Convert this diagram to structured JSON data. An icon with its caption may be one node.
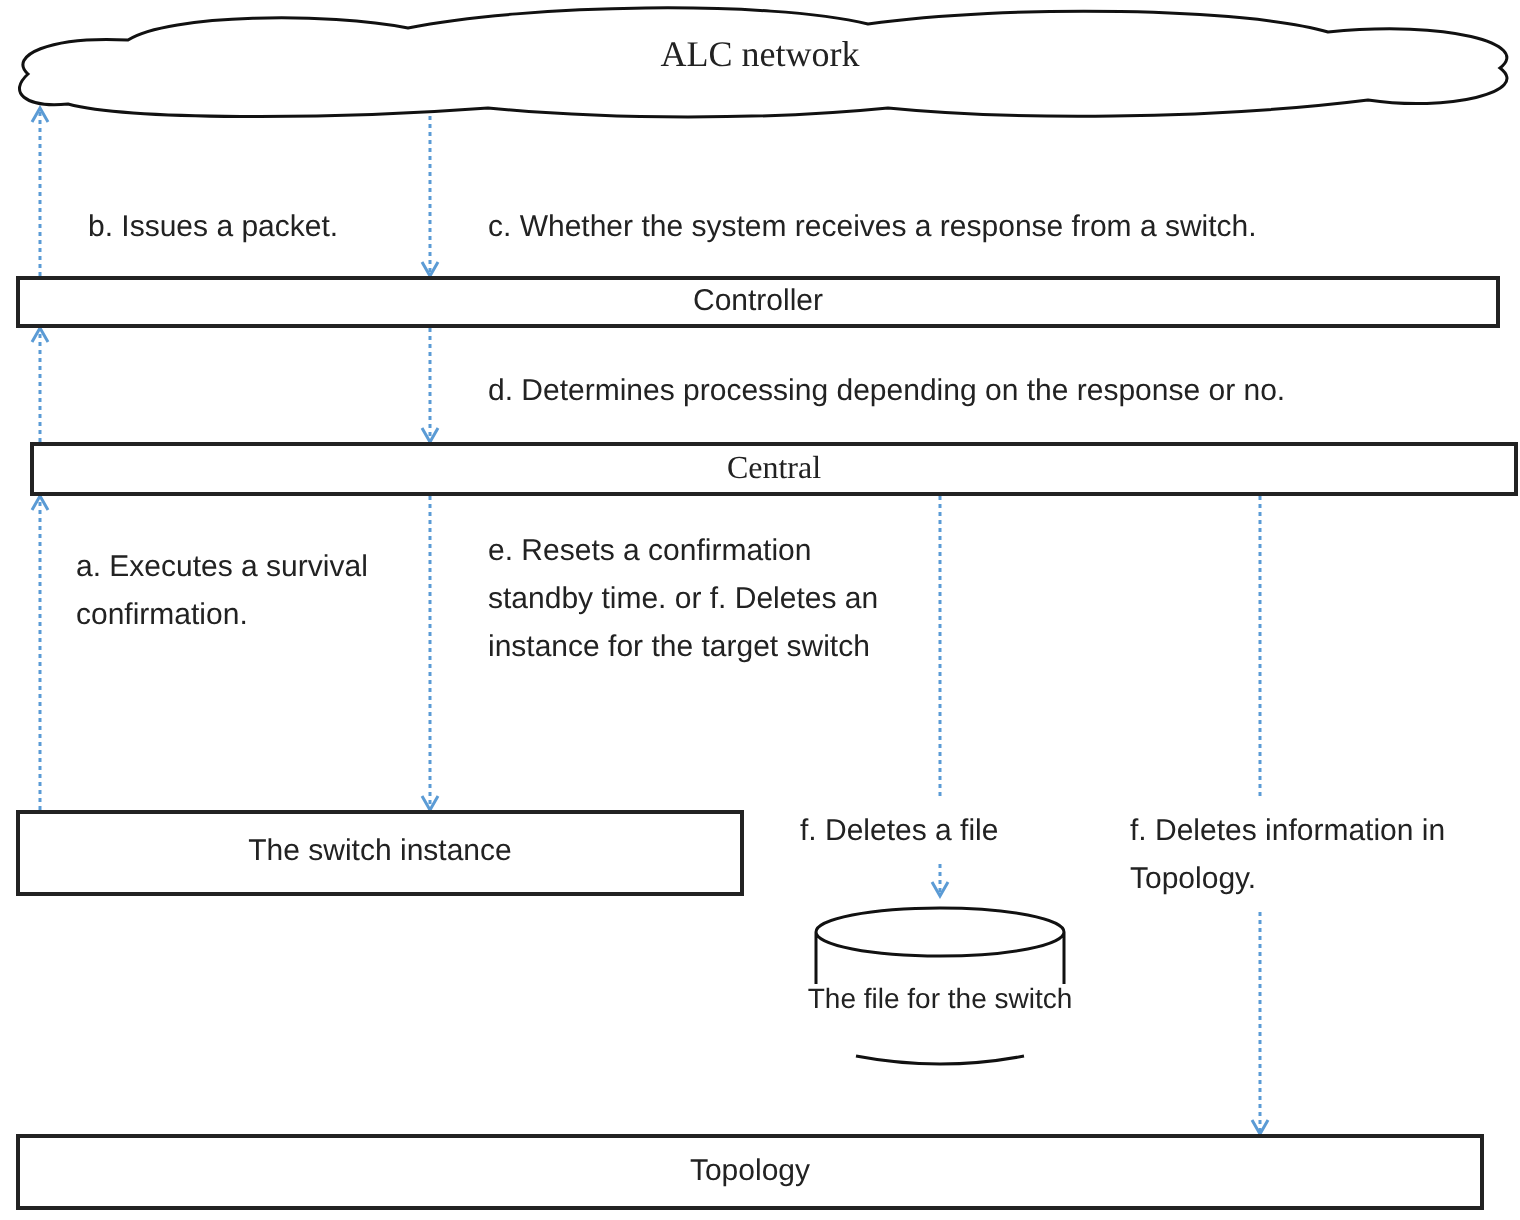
{
  "diagram": {
    "nodes": [
      {
        "text": [
          "ALC network"
        ]
      },
      {
        "text": [
          "Controller"
        ]
      },
      {
        "text": [
          "Central"
        ]
      },
      {
        "text": [
          "The switch instance"
        ]
      },
      {
        "text": [
          "The file for the switch"
        ]
      },
      {
        "text": [
          "Topology"
        ]
      }
    ],
    "edges": [
      {
        "from": 1,
        "to": 0,
        "arrow": "to",
        "label": "b. Issues a packet.",
        "style": "dashed"
      },
      {
        "from": 0,
        "to": 1,
        "arrow": "to",
        "label": "c. Whether the system receives a response from a switch.",
        "style": "dashed"
      },
      {
        "from": 2,
        "to": 1,
        "arrow": "to",
        "style": "dashed"
      },
      {
        "from": 1,
        "to": 2,
        "arrow": "to",
        "label": "d. Determines processing depending on the response or no.",
        "style": "dashed"
      },
      {
        "from": 3,
        "to": 2,
        "arrow": "to",
        "label": "a. Executes a survival confirmation.",
        "style": "dashed"
      },
      {
        "from": 2,
        "to": 3,
        "arrow": "to",
        "label": "e. Resets a confirmation standby time. or f. Deletes an instance for the target switch",
        "style": "dashed"
      },
      {
        "from": 2,
        "to": 4,
        "arrow": "to",
        "label": "f. Deletes a file",
        "style": "dashed"
      },
      {
        "from": 2,
        "to": 5,
        "arrow": "to",
        "label": "f. Deletes information in Topology.",
        "style": "dashed"
      }
    ]
  }
}
